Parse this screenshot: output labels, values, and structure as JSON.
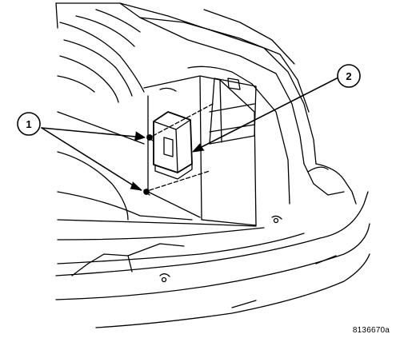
{
  "diagram": {
    "callouts": [
      {
        "id": "callout-1",
        "label": "1"
      },
      {
        "id": "callout-2",
        "label": "2"
      }
    ],
    "figure_id": "8136670a"
  },
  "colors": {
    "line": "#000000",
    "background": "#ffffff"
  }
}
